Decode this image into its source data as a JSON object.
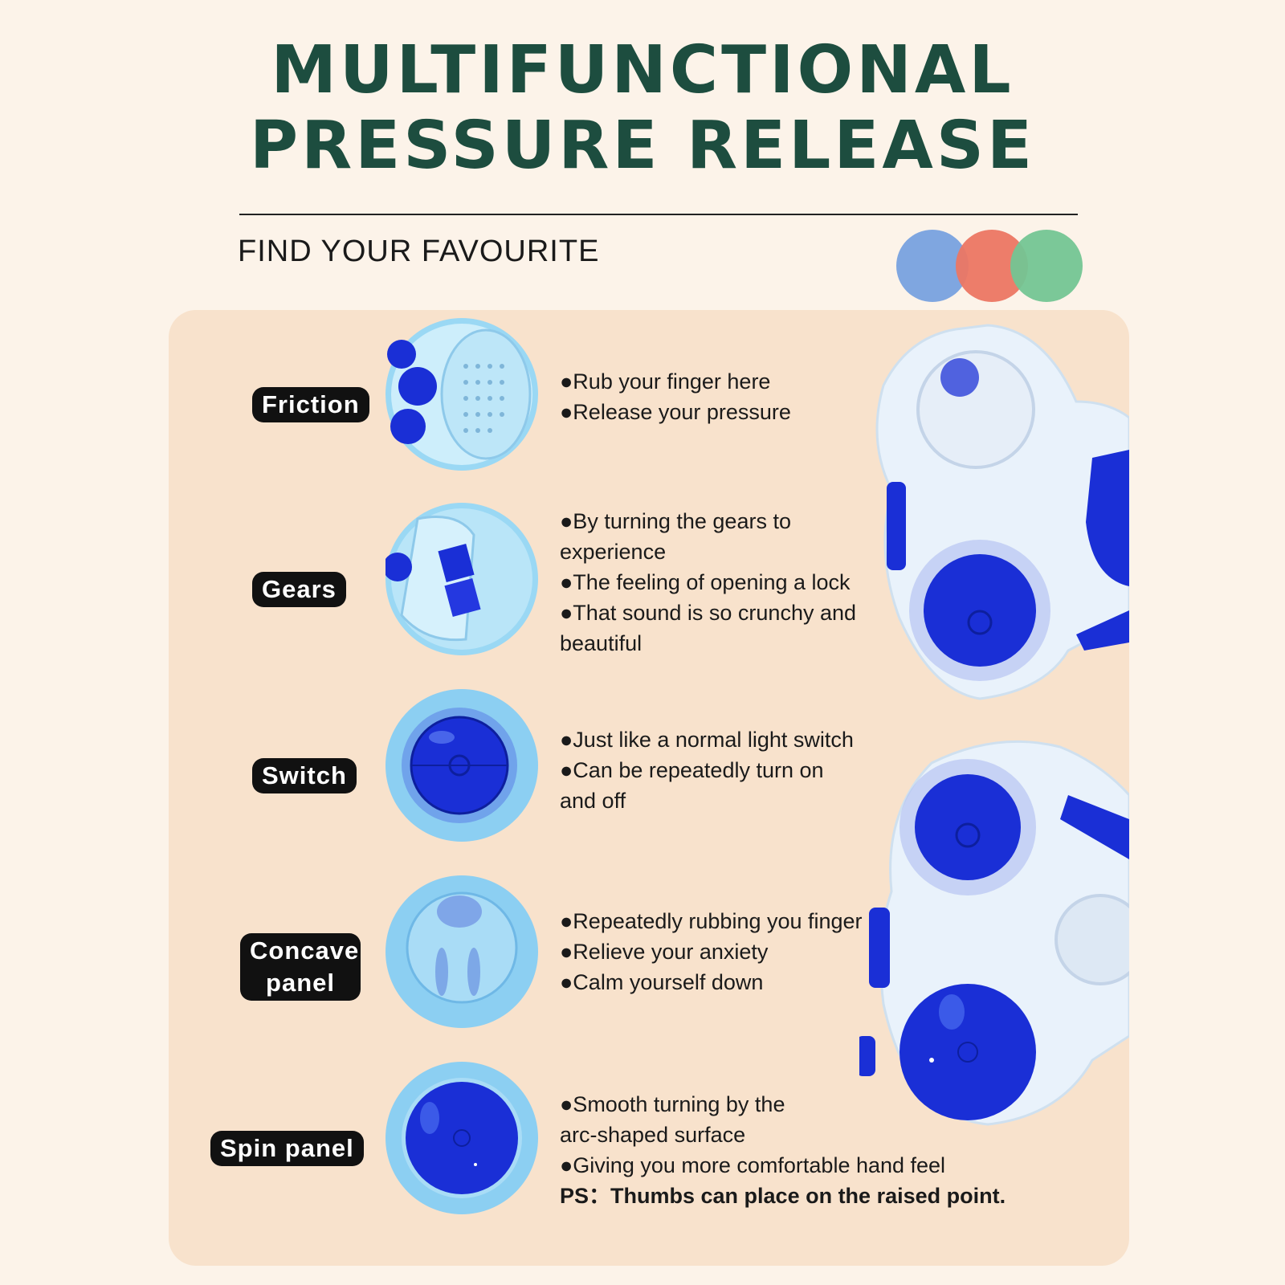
{
  "header": {
    "title_line1": "MULTIFUNCTIONAL",
    "title_line2": "PRESSURE RELEASE",
    "subtitle": "FIND YOUR FAVOURITE"
  },
  "color_swatches": [
    {
      "name": "blue",
      "color": "#7fa6e0"
    },
    {
      "name": "red",
      "color": "#ec7663"
    },
    {
      "name": "green",
      "color": "#74c593"
    }
  ],
  "features": [
    {
      "label": "Friction",
      "icon": "friction-icon",
      "lines": [
        "●Rub your finger here",
        "●Release your pressure"
      ]
    },
    {
      "label": "Gears",
      "icon": "gears-icon",
      "lines": [
        "●By turning the gears to",
        "experience",
        "●The feeling of opening a lock",
        "●That sound is so crunchy and",
        "beautiful"
      ]
    },
    {
      "label": "Switch",
      "icon": "switch-icon",
      "lines": [
        "●Just like a normal light switch",
        "●Can be repeatedly turn on",
        "and off"
      ]
    },
    {
      "label_line1": "Concave",
      "label_line2": "panel",
      "icon": "concave-panel-icon",
      "lines": [
        "●Repeatedly rubbing you finger",
        "●Relieve your anxiety",
        "●Calm yourself down"
      ]
    },
    {
      "label": "Spin panel",
      "icon": "spin-panel-icon",
      "lines": [
        "●Smooth turning  by the",
        "arc-shaped surface",
        "●Giving you more comfortable hand feel"
      ],
      "note": "PS：Thumbs can place on the raised point."
    }
  ],
  "colors": {
    "title": "#1d4d3f",
    "panel": "#f8e2cc",
    "background": "#fcf3e9",
    "accent_blue": "#1a2fd6",
    "light_blue": "#8fd3f4"
  }
}
